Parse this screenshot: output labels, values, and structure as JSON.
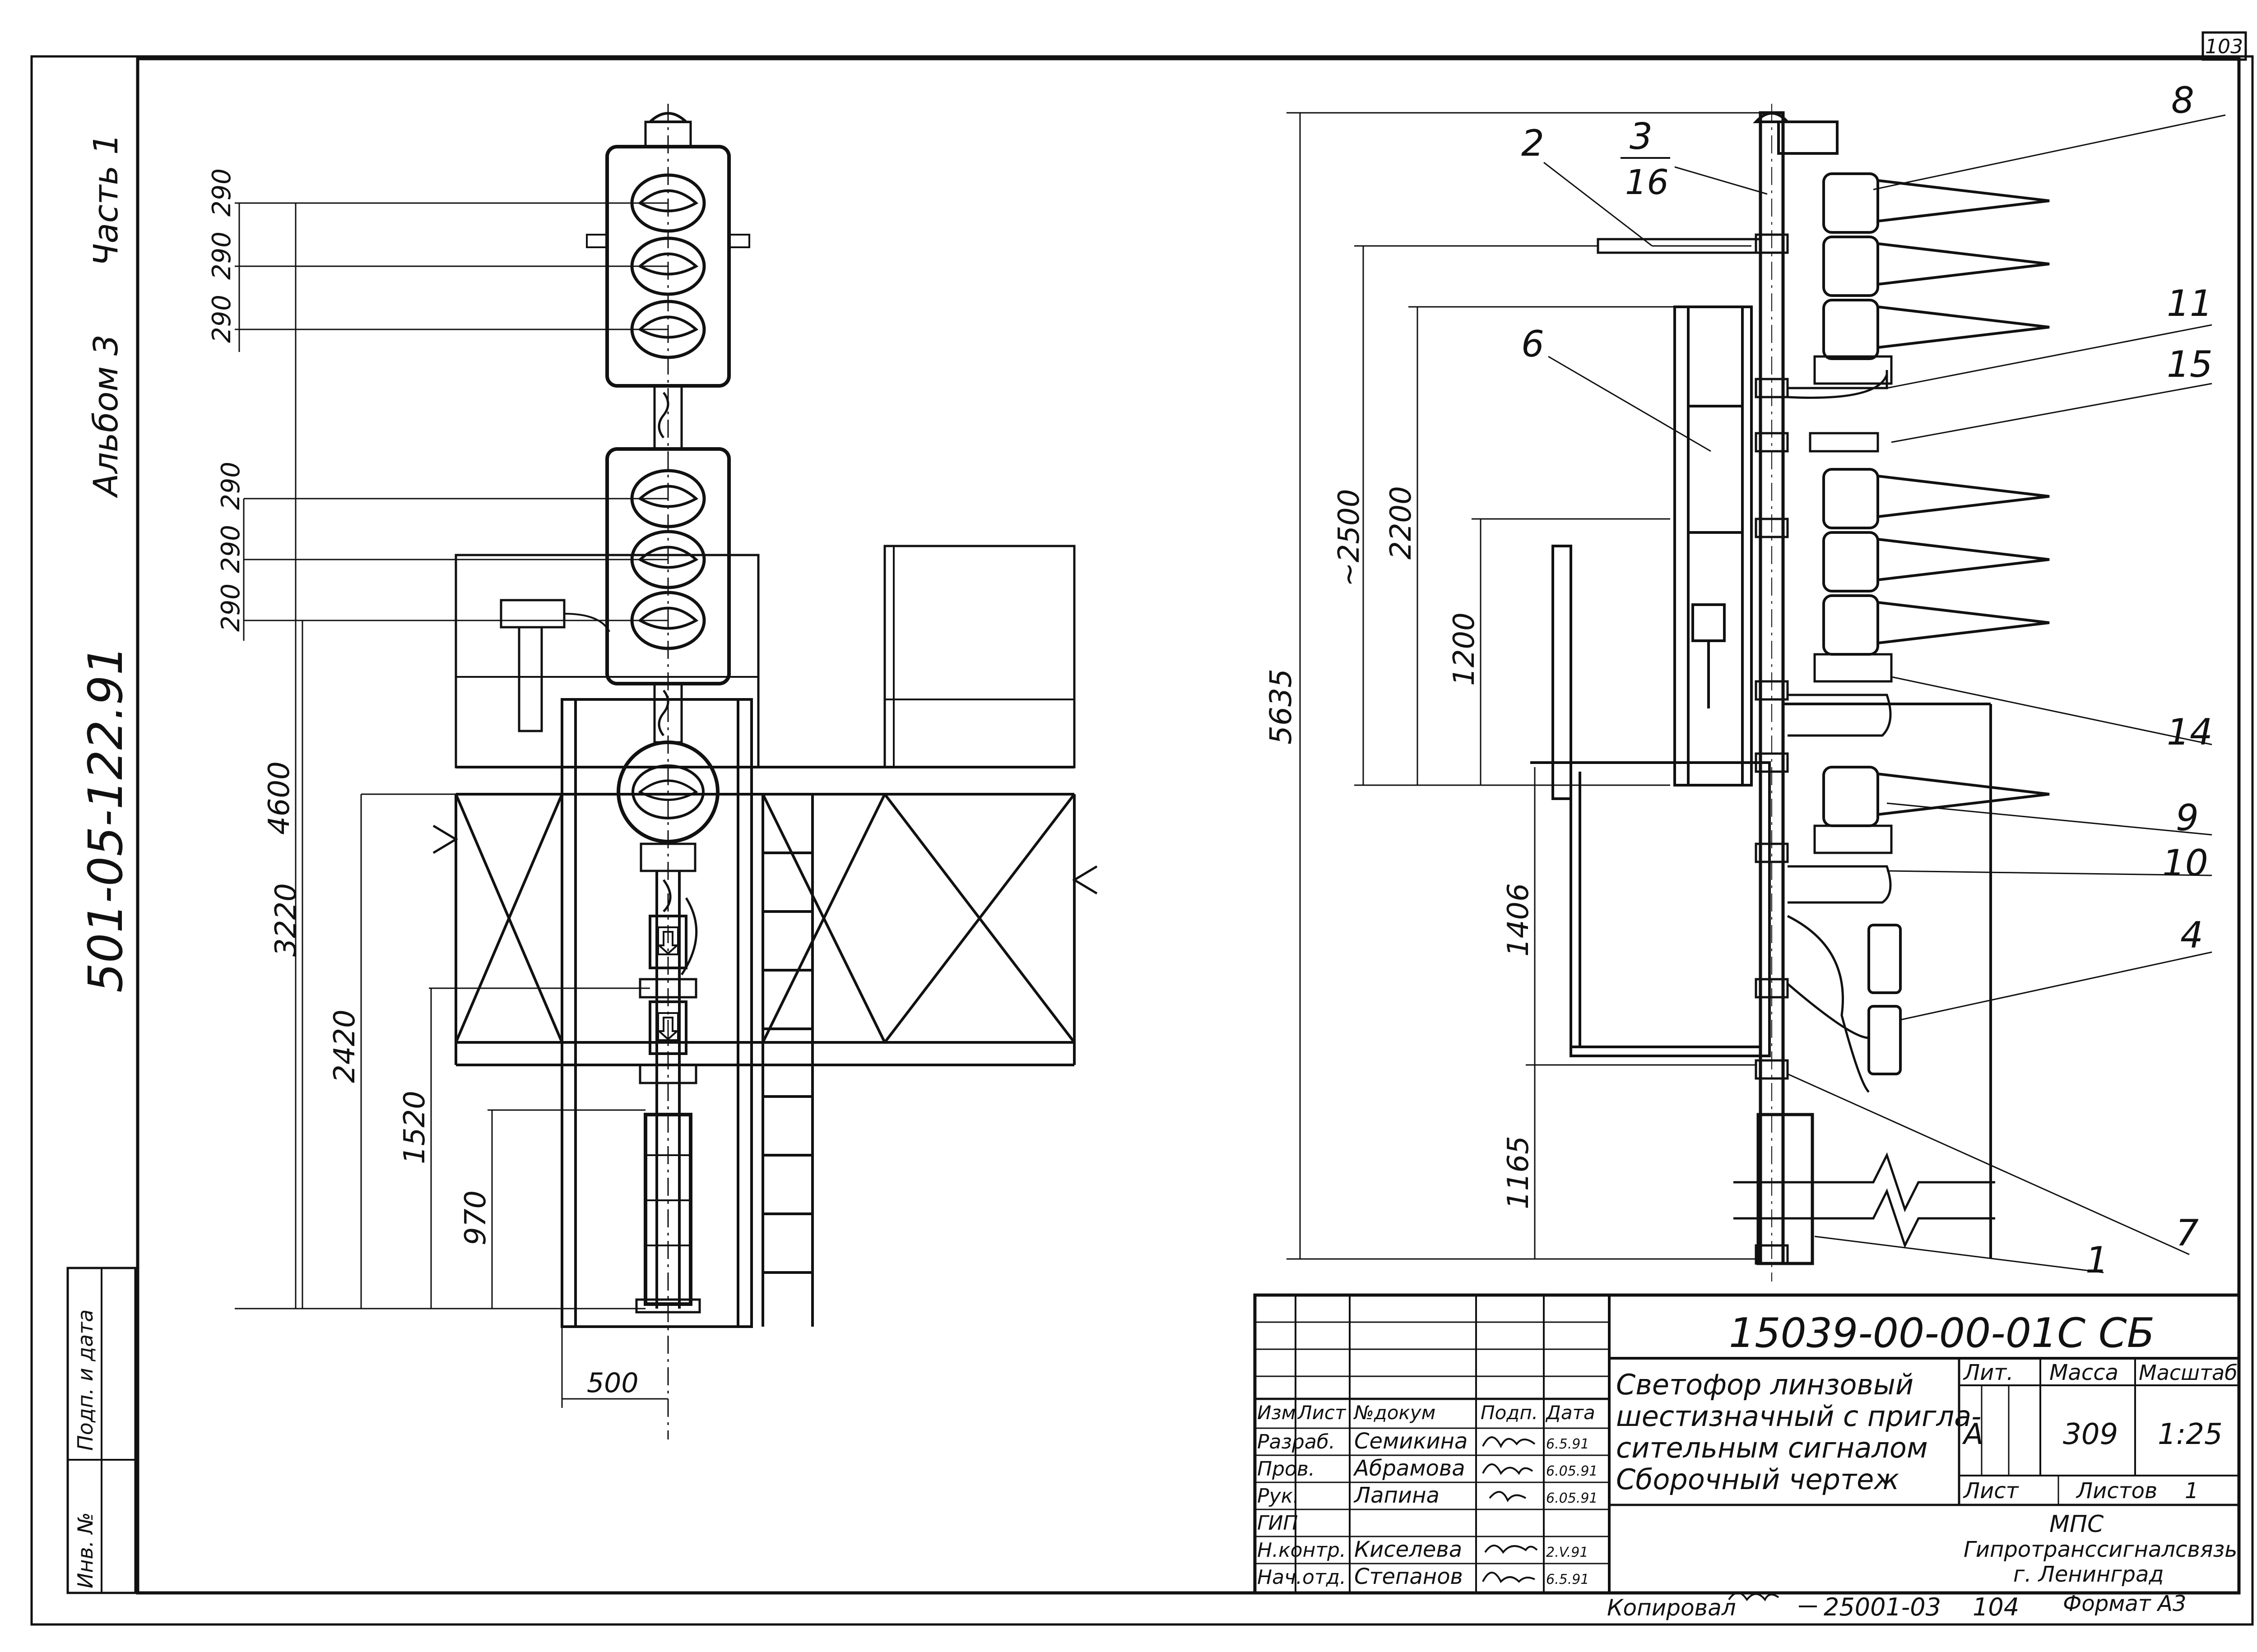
{
  "sheet": {
    "page_number": "103",
    "album": "Альбом 3",
    "part": "Часть 1",
    "project_code": "501-05-122.91",
    "side_labels": [
      "Инв. №",
      "Подп. и дата"
    ]
  },
  "front_view": {
    "dims_vertical": [
      "290",
      "290",
      "290",
      "290",
      "290",
      "290",
      "4600",
      "3220",
      "2420",
      "1520",
      "970"
    ],
    "dims_horizontal": [
      "500"
    ]
  },
  "side_view": {
    "dims_vertical": [
      "5635",
      "~2500",
      "2200",
      "1200",
      "1406",
      "1165"
    ],
    "leaders": [
      "2",
      "3",
      "16",
      "6",
      "8",
      "11",
      "15",
      "14",
      "9",
      "10",
      "4",
      "7",
      "1"
    ]
  },
  "title_block": {
    "doc_number": "15039-00-00-01С СБ",
    "title_lines": [
      "Светофор линзовый",
      "шестизначный с пригла-",
      "сительным сигналом",
      "Сборочный чертеж"
    ],
    "headers": {
      "izm": "Изм",
      "list": "Лист",
      "doc": "№докум",
      "sign": "Подп.",
      "date": "Дата"
    },
    "rows": [
      {
        "role": "Разраб.",
        "name": "Семикина",
        "date": "6.5.91"
      },
      {
        "role": "Пров.",
        "name": "Абрамова",
        "date": "6.05.91"
      },
      {
        "role": "Рук.",
        "name": "Лапина",
        "date": "6.05.91"
      },
      {
        "role": "ГИП",
        "name": "",
        "date": ""
      },
      {
        "role": "Н.контр.",
        "name": "Киселева",
        "date": "2.V.91"
      },
      {
        "role": "Нач.отд.",
        "name": "Степанов",
        "date": "6.5.91"
      }
    ],
    "lit_label": "Лит.",
    "mass_label": "Масса",
    "scale_label": "Масштаб",
    "lit": "А",
    "mass": "309",
    "scale": "1:25",
    "sheet_label": "Лист",
    "sheets_label": "Листов",
    "sheets": "1",
    "org_lines": [
      "МПС",
      "Гипротранссигналсвязь",
      "г. Ленинград"
    ]
  },
  "footer": {
    "copied_label": "Копировал",
    "copy_code": "25001-03",
    "copy_page": "104",
    "format": "Формат А3"
  }
}
